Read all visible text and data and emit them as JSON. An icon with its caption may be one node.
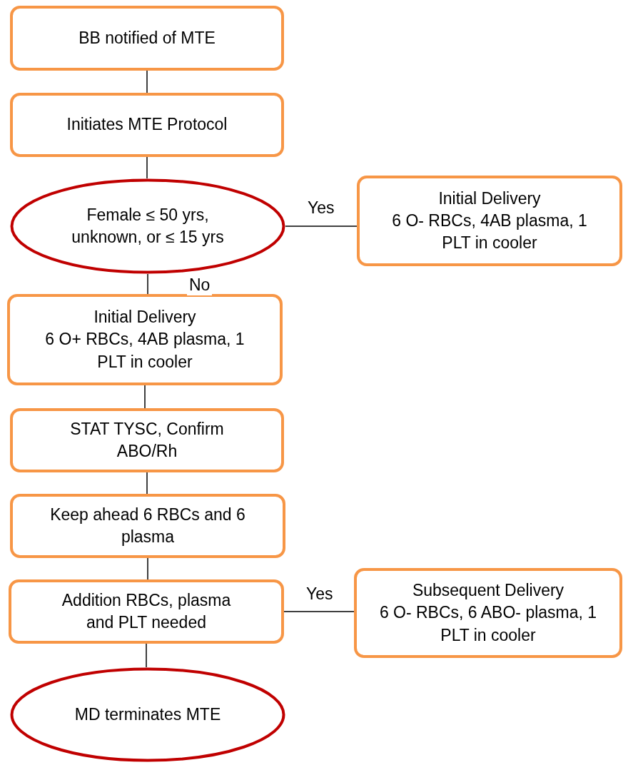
{
  "diagram": {
    "nodes": [
      {
        "text": [
          "BB notified of MTE"
        ]
      },
      {
        "text": [
          "Initiates MTE Protocol"
        ]
      },
      {
        "text": [
          "Female ≤ 50 yrs, unknown, or  ≤ 15 yrs"
        ]
      },
      {
        "text": [
          "Initial Delivery",
          "6 O- RBCs, 4AB plasma, 1 PLT in cooler"
        ]
      },
      {
        "text": [
          "Initial Delivery",
          "6 O+ RBCs, 4AB plasma, 1 PLT in cooler"
        ]
      },
      {
        "text": [
          "STAT TYSC, Confirm ABO/Rh"
        ]
      },
      {
        "text": [
          "Keep ahead 6 RBCs and 6 plasma"
        ]
      },
      {
        "text": [
          "Addition RBCs, plasma and PLT needed"
        ]
      },
      {
        "text": [
          "Subsequent Delivery",
          "6 O- RBCs, 6 ABO- plasma, 1 PLT in cooler"
        ]
      },
      {
        "text": [
          "MD terminates MTE"
        ]
      }
    ],
    "edges": [
      {
        "from": 0,
        "to": 1,
        "arrow": "none"
      },
      {
        "from": 1,
        "to": 2,
        "arrow": "none"
      },
      {
        "from": 2,
        "to": 3,
        "arrow": "none",
        "label": "Yes"
      },
      {
        "from": 2,
        "to": 4,
        "arrow": "none",
        "label": "No"
      },
      {
        "from": 4,
        "to": 5,
        "arrow": "none"
      },
      {
        "from": 5,
        "to": 6,
        "arrow": "none"
      },
      {
        "from": 6,
        "to": 7,
        "arrow": "none"
      },
      {
        "from": 7,
        "to": 8,
        "arrow": "none",
        "label": "Yes"
      },
      {
        "from": 7,
        "to": 9,
        "arrow": "none"
      }
    ]
  }
}
